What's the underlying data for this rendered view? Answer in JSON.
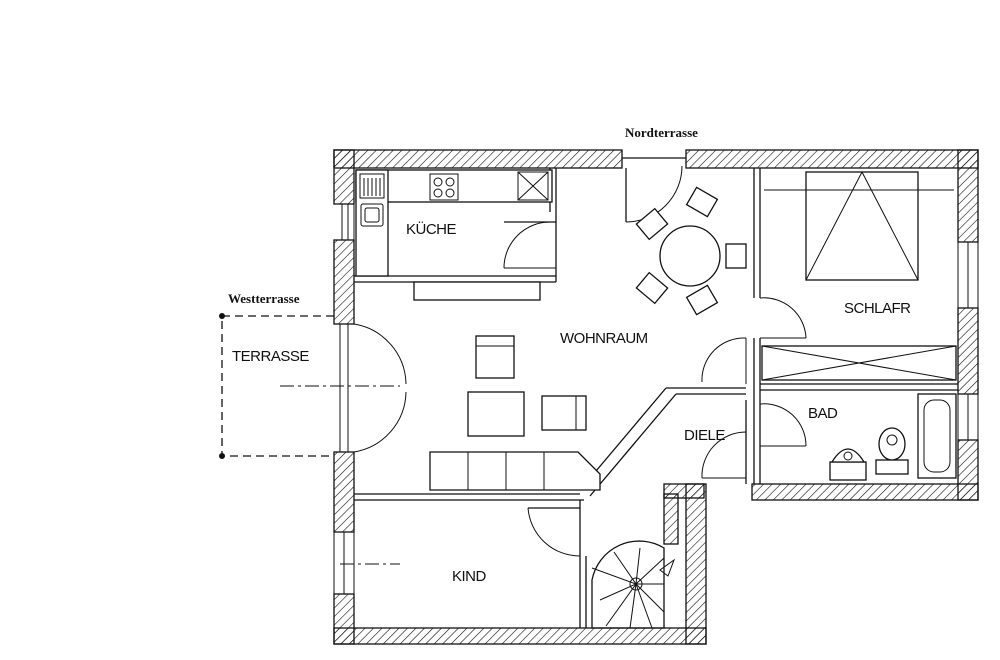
{
  "external_labels": {
    "north": "Nordterrasse",
    "west": "Westterrasse"
  },
  "rooms": {
    "kueche": "KÜCHE",
    "wohnraum": "WOHNRAUM",
    "schlafr": "SCHLAFR",
    "terrasse": "TERRASSE",
    "bad": "BAD",
    "diele": "DIELE",
    "kind": "KIND"
  },
  "colors": {
    "line": "#111111",
    "background": "#ffffff"
  }
}
